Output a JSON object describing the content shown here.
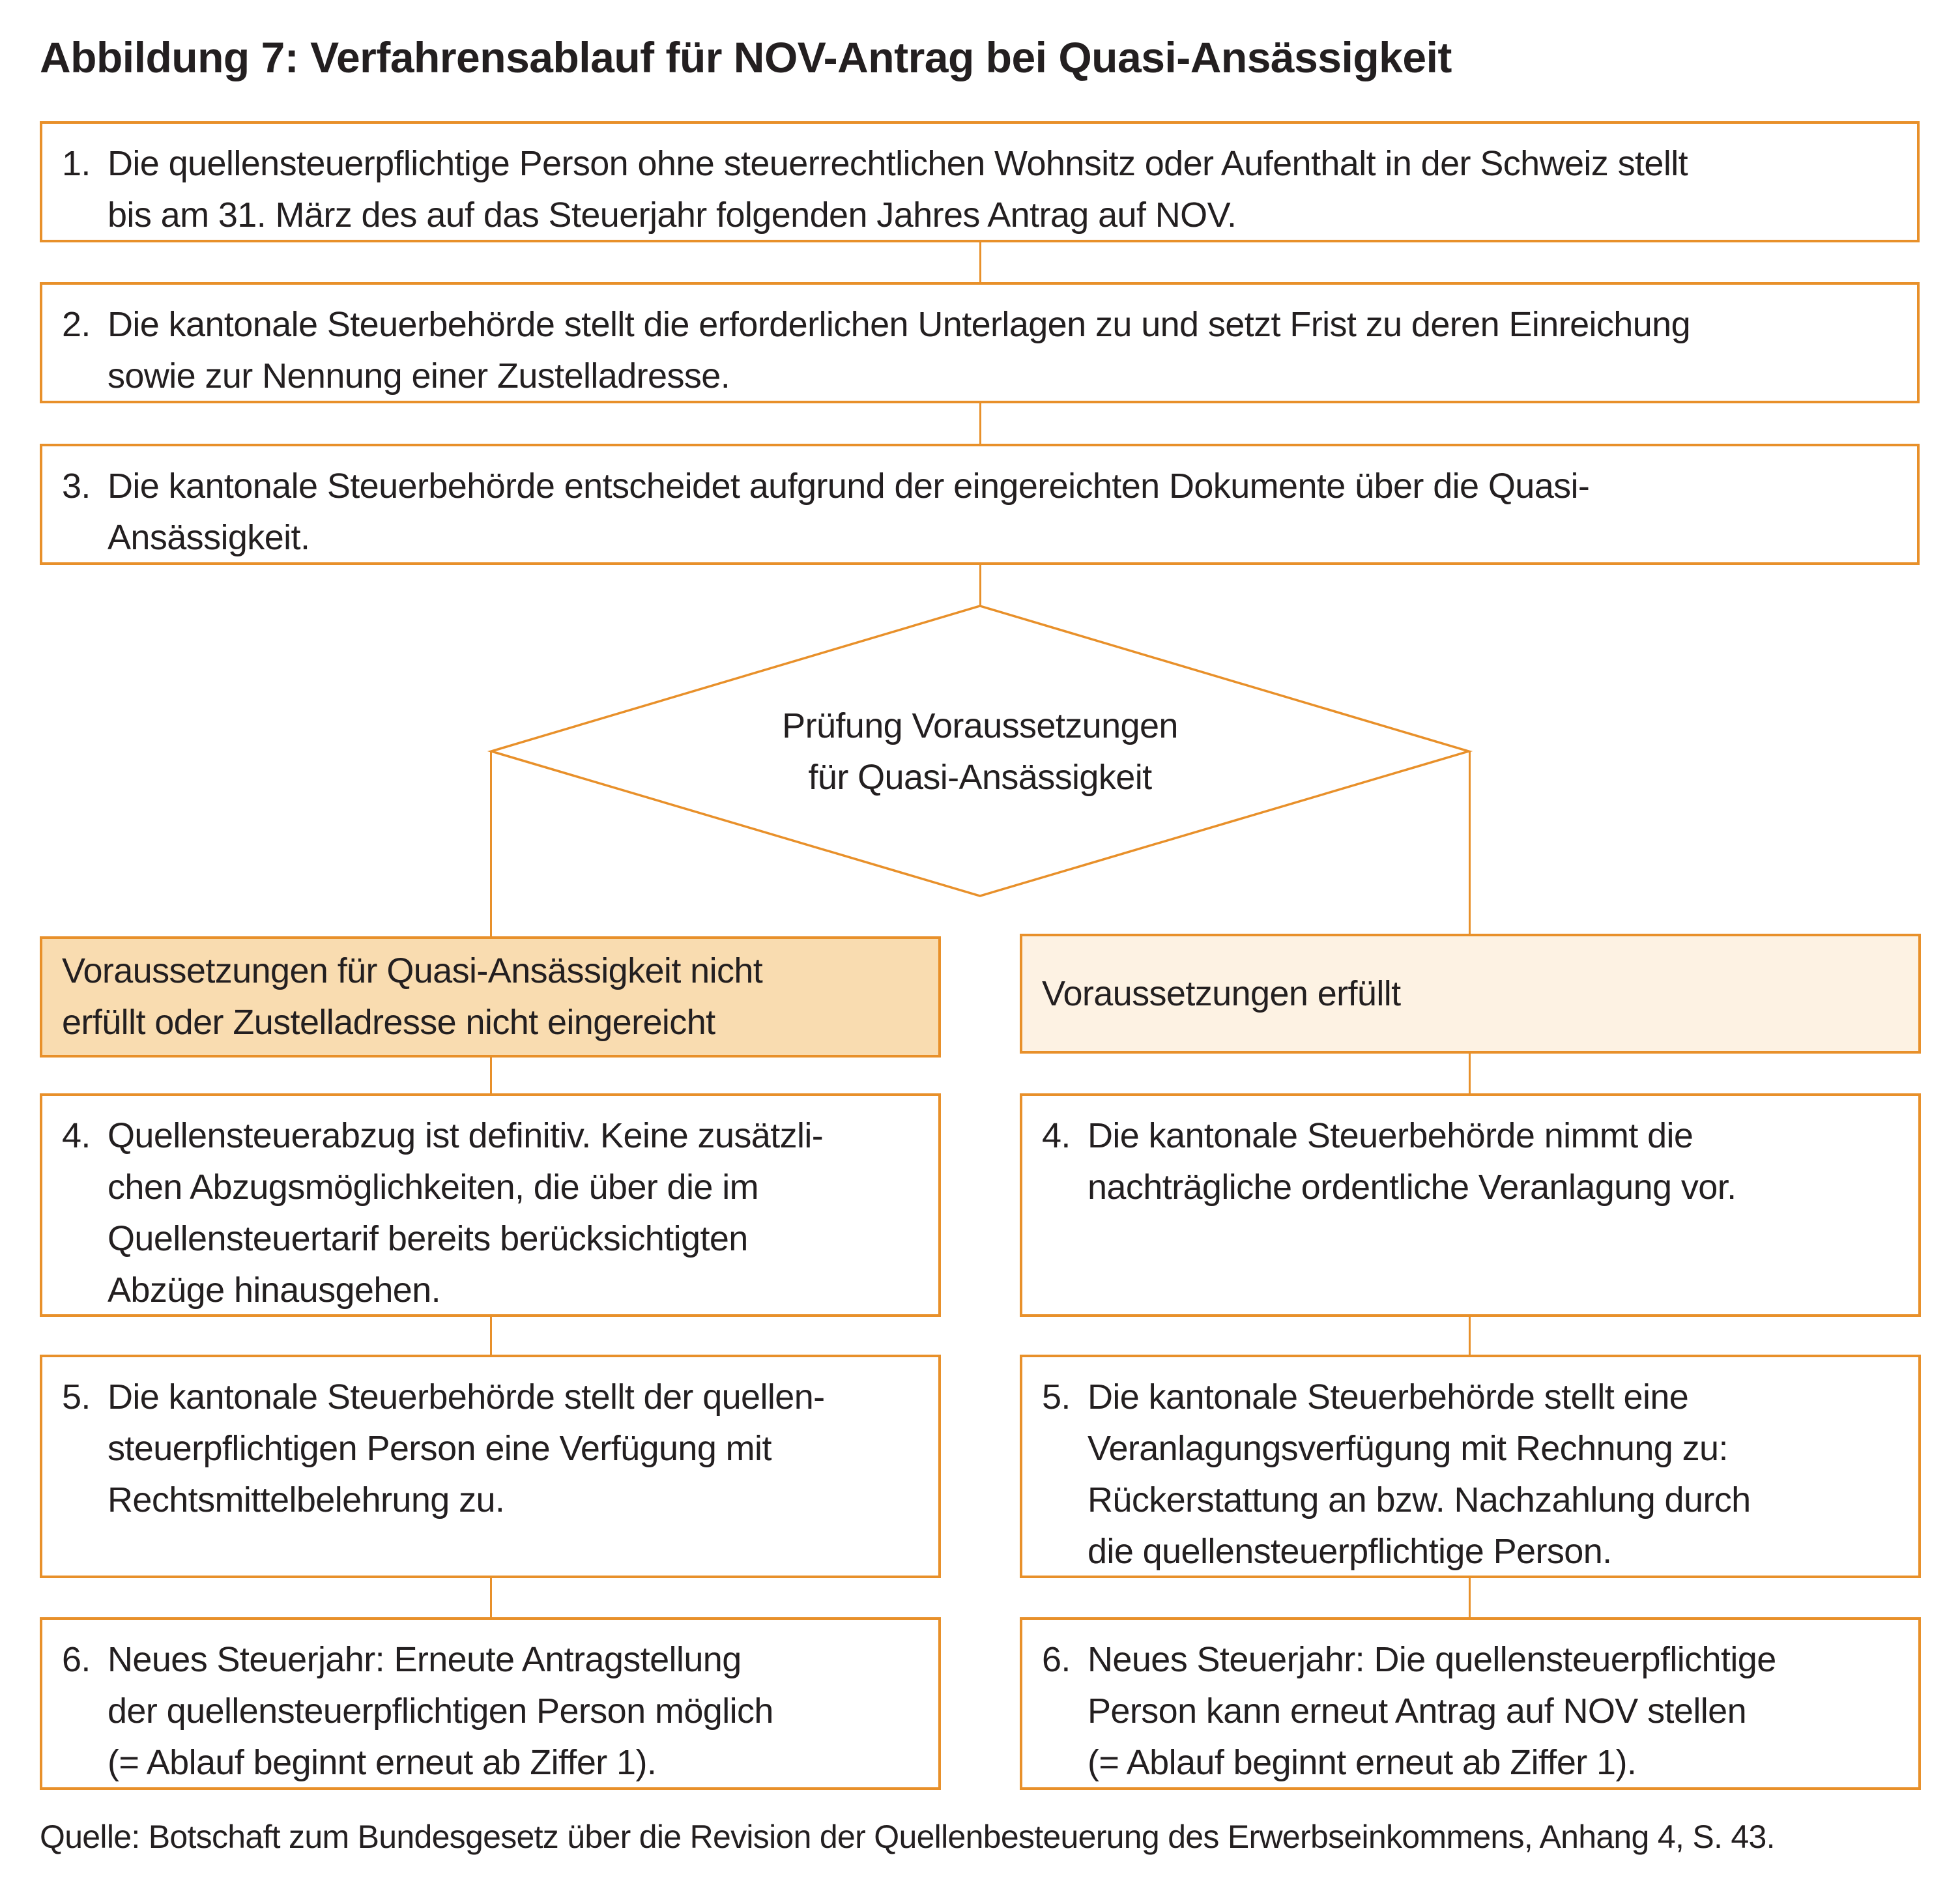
{
  "title": "Abbildung 7: Verfahrensablauf für NOV-Antrag bei Quasi-Ansässigkeit",
  "colors": {
    "border": "#e8902a",
    "fill_not_met": "#f9dcb0",
    "fill_met": "#fdf2e3"
  },
  "steps": [
    {
      "num": "1.",
      "lines": [
        "Die quellensteuerpflichtige Person ohne steuerrechtlichen Wohnsitz oder Aufenthalt in der Schweiz stellt",
        "bis am 31. März des auf das Steuerjahr folgenden Jahres Antrag auf NOV."
      ]
    },
    {
      "num": "2.",
      "lines": [
        "Die kantonale Steuerbehörde stellt die erforderlichen Unterlagen zu und setzt Frist zu deren Einreichung",
        "sowie zur Nennung einer Zustelladresse."
      ]
    },
    {
      "num": "3.",
      "lines": [
        "Die kantonale Steuerbehörde entscheidet aufgrund der eingereichten Dokumente über die Quasi-",
        "Ansässigkeit."
      ]
    }
  ],
  "decision": {
    "lines": [
      "Prüfung Voraussetzungen",
      "für Quasi-Ansässigkeit"
    ]
  },
  "left": {
    "outcome": [
      "Voraussetzungen für Quasi-Ansässigkeit nicht",
      "erfüllt oder Zustelladresse nicht eingereicht"
    ],
    "steps": [
      {
        "num": "4.",
        "lines": [
          "Quellensteuerabzug ist definitiv. Keine zusätzli-",
          "chen Abzugsmöglichkeiten, die über die im",
          "Quellensteuertarif bereits berücksichtigten",
          "Abzüge hinausgehen."
        ]
      },
      {
        "num": "5.",
        "lines": [
          "Die kantonale Steuerbehörde stellt der quellen-",
          "steuerpflichtigen Person eine Verfügung mit",
          "Rechtsmittelbelehrung zu."
        ]
      },
      {
        "num": "6.",
        "lines": [
          "Neues Steuerjahr: Erneute Antragstellung",
          "der quellensteuerpflichtigen Person möglich",
          "(= Ablauf beginnt erneut ab Ziffer 1)."
        ]
      }
    ]
  },
  "right": {
    "outcome": [
      "Voraussetzungen erfüllt"
    ],
    "steps": [
      {
        "num": "4.",
        "lines": [
          "Die kantonale Steuerbehörde nimmt die",
          "nachträgliche ordentliche Veranlagung vor."
        ]
      },
      {
        "num": "5.",
        "lines": [
          "Die kantonale Steuerbehörde stellt eine",
          "Veranlagungsverfügung mit Rechnung zu:",
          "Rückerstattung an bzw. Nachzahlung durch",
          "die quellensteuerpflichtige Person."
        ]
      },
      {
        "num": "6.",
        "lines": [
          "Neues Steuerjahr: Die quellensteuerpflichtige",
          "Person kann erneut Antrag auf NOV stellen",
          "(= Ablauf beginnt erneut ab Ziffer 1)."
        ]
      }
    ]
  },
  "source": "Quelle: Botschaft zum Bundesgesetz über die Revision der Quellenbesteuerung des Erwerbseinkommens, Anhang 4, S. 43."
}
